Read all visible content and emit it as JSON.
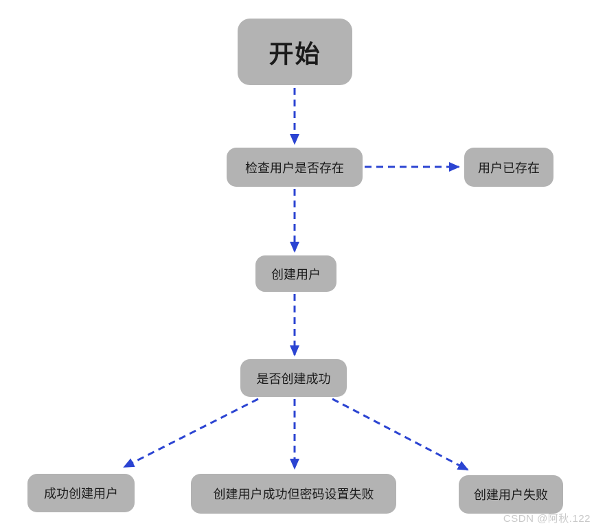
{
  "diagram": {
    "type": "flowchart",
    "nodes": {
      "start": {
        "label": "开始"
      },
      "check_user_exists": {
        "label": "检查用户是否存在"
      },
      "user_already_exists": {
        "label": "用户已存在"
      },
      "create_user": {
        "label": "创建用户"
      },
      "is_create_success": {
        "label": "是否创建成功"
      },
      "create_user_success": {
        "label": "成功创建用户"
      },
      "create_ok_password_fail": {
        "label": "创建用户成功但密码设置失败"
      },
      "create_user_fail": {
        "label": "创建用户失败"
      }
    },
    "edges": [
      {
        "from": "start",
        "to": "check_user_exists",
        "style": "dashed"
      },
      {
        "from": "check_user_exists",
        "to": "user_already_exists",
        "style": "dashed"
      },
      {
        "from": "check_user_exists",
        "to": "create_user",
        "style": "dashed"
      },
      {
        "from": "create_user",
        "to": "is_create_success",
        "style": "dashed"
      },
      {
        "from": "is_create_success",
        "to": "create_user_success",
        "style": "dashed"
      },
      {
        "from": "is_create_success",
        "to": "create_ok_password_fail",
        "style": "dashed"
      },
      {
        "from": "is_create_success",
        "to": "create_user_fail",
        "style": "dashed"
      }
    ],
    "colors": {
      "node_fill": "#b3b3b3",
      "arrow": "#2b44d2",
      "text": "#1b1b1b",
      "watermark": "#c9c9c9",
      "background": "#ffffff"
    },
    "watermark": "CSDN @阿秋.122"
  }
}
